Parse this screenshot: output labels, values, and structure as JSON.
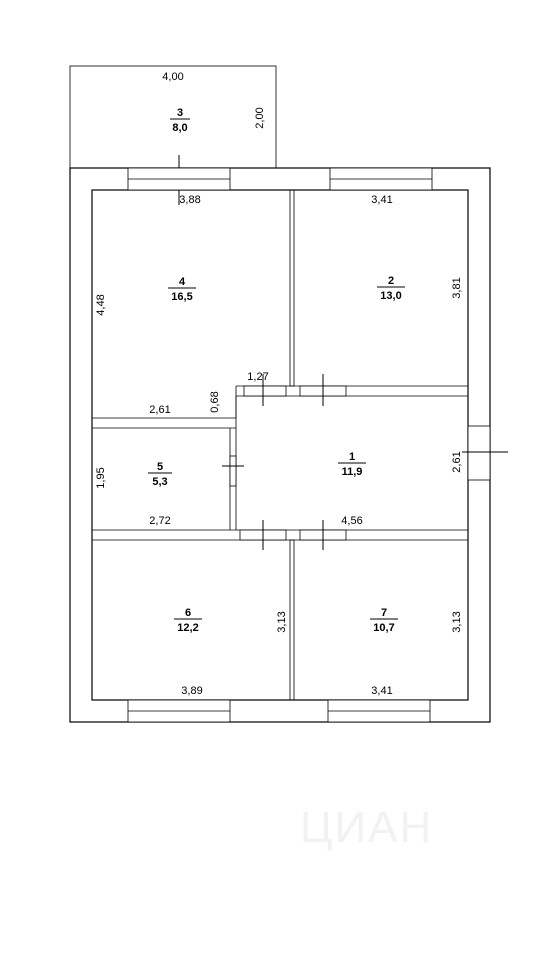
{
  "plan": {
    "balcony": {
      "number": "3",
      "area": "8,0",
      "width": "4,00",
      "depth": "2,00"
    },
    "rooms": [
      {
        "key": "r4",
        "number": "4",
        "area": "16,5",
        "dims": [
          "3,88",
          "4,48",
          "2,61",
          "0,68"
        ]
      },
      {
        "key": "r2",
        "number": "2",
        "area": "13,0",
        "dims": [
          "3,41",
          "3,81"
        ]
      },
      {
        "key": "r1",
        "number": "1",
        "area": "11,9",
        "dims": [
          "1,27",
          "2,61",
          "4,56"
        ]
      },
      {
        "key": "r5",
        "number": "5",
        "area": "5,3",
        "dims": [
          "1,95",
          "2,72"
        ]
      },
      {
        "key": "r6",
        "number": "6",
        "area": "12,2",
        "dims": [
          "3,89",
          "3,13"
        ]
      },
      {
        "key": "r7",
        "number": "7",
        "area": "10,7",
        "dims": [
          "3,41",
          "3,13"
        ]
      }
    ],
    "watermark": "ЦИАН"
  }
}
